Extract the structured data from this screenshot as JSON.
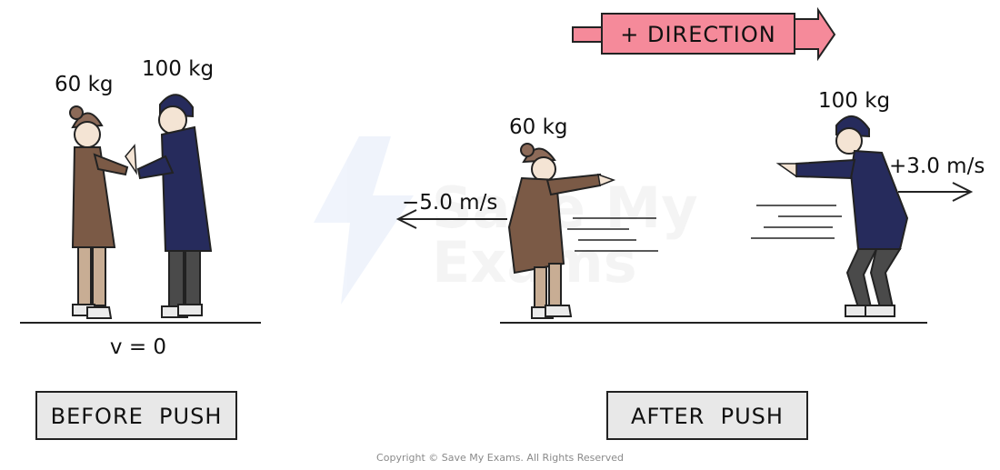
{
  "direction_label": "+ DIRECTION",
  "before": {
    "mass_left": "60 kg",
    "mass_right": "100 kg",
    "velocity": "v = 0",
    "caption": "BEFORE  PUSH"
  },
  "after": {
    "mass_left": "60 kg",
    "mass_right": "100 kg",
    "velocity_left": "−5.0 m/s",
    "velocity_right": "+3.0 m/s",
    "caption": "AFTER  PUSH"
  },
  "copyright": "Copyright © Save My Exams. All Rights Reserved",
  "colors": {
    "direction_fill": "#f58a9a",
    "brown_coat": "#7b5a46",
    "navy_coat": "#262b5c",
    "caption_fill": "#e8e8e8"
  }
}
